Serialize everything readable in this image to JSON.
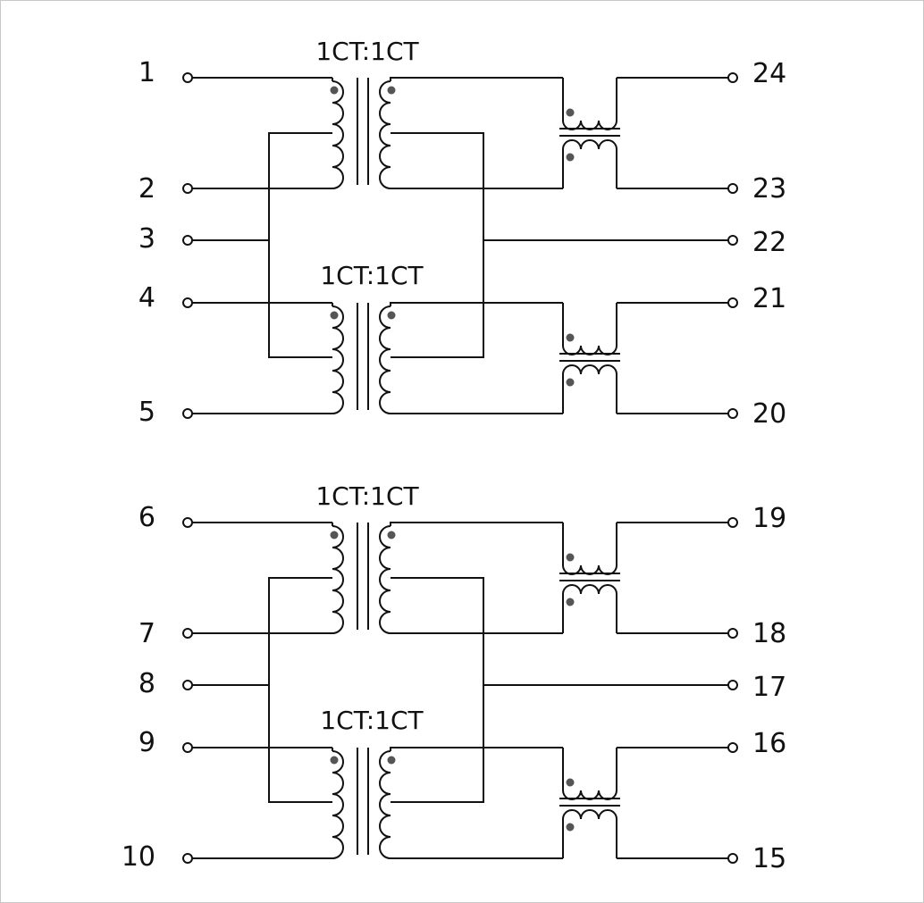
{
  "diagram": {
    "line_color": "#111111",
    "dot_color": "#555555",
    "units": [
      {
        "ratio_top": "1CT:1CT",
        "ratio_bottom": "1CT:1CT",
        "pins_left": [
          "1",
          "2",
          "3",
          "4",
          "5"
        ],
        "pins_right": [
          "24",
          "23",
          "22",
          "21",
          "20"
        ]
      },
      {
        "ratio_top": "1CT:1CT",
        "ratio_bottom": "1CT:1CT",
        "pins_left": [
          "6",
          "7",
          "8",
          "9",
          "10"
        ],
        "pins_right": [
          "19",
          "18",
          "17",
          "16",
          "15"
        ]
      }
    ]
  }
}
